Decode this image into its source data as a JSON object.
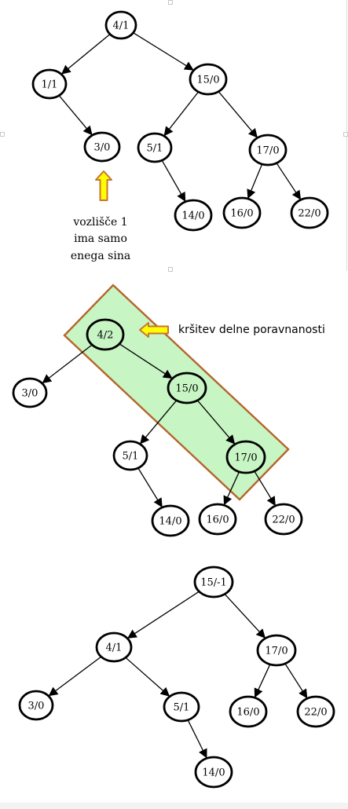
{
  "diagrams": [
    {
      "id": "tree1",
      "nodes": [
        {
          "id": "n4",
          "label": "4/1"
        },
        {
          "id": "n1",
          "label": "1/1"
        },
        {
          "id": "n15",
          "label": "15/0"
        },
        {
          "id": "n3",
          "label": "3/0"
        },
        {
          "id": "n5",
          "label": "5/1"
        },
        {
          "id": "n17",
          "label": "17/0"
        },
        {
          "id": "n14",
          "label": "14/0"
        },
        {
          "id": "n16",
          "label": "16/0"
        },
        {
          "id": "n22",
          "label": "22/0"
        }
      ],
      "edges": [
        [
          "n4",
          "n1"
        ],
        [
          "n4",
          "n15"
        ],
        [
          "n1",
          "n3"
        ],
        [
          "n15",
          "n5"
        ],
        [
          "n15",
          "n17"
        ],
        [
          "n5",
          "n14"
        ],
        [
          "n17",
          "n16"
        ],
        [
          "n17",
          "n22"
        ]
      ],
      "annotation_lines": [
        "vozlišče 1",
        "ima samo",
        "enega sina"
      ]
    },
    {
      "id": "tree2",
      "nodes": [
        {
          "id": "n4",
          "label": "4/2",
          "highlight": true
        },
        {
          "id": "n3",
          "label": "3/0"
        },
        {
          "id": "n15",
          "label": "15/0",
          "highlight": true
        },
        {
          "id": "n5",
          "label": "5/1"
        },
        {
          "id": "n17",
          "label": "17/0",
          "highlight": true
        },
        {
          "id": "n14",
          "label": "14/0"
        },
        {
          "id": "n16",
          "label": "16/0"
        },
        {
          "id": "n22",
          "label": "22/0"
        }
      ],
      "edges": [
        [
          "n4",
          "n3"
        ],
        [
          "n4",
          "n15"
        ],
        [
          "n15",
          "n5"
        ],
        [
          "n15",
          "n17"
        ],
        [
          "n5",
          "n14"
        ],
        [
          "n17",
          "n16"
        ],
        [
          "n17",
          "n22"
        ]
      ],
      "callout": "kršitev delne poravnanosti"
    },
    {
      "id": "tree3",
      "nodes": [
        {
          "id": "n15",
          "label": "15/-1"
        },
        {
          "id": "n4",
          "label": "4/1"
        },
        {
          "id": "n17",
          "label": "17/0"
        },
        {
          "id": "n3",
          "label": "3/0"
        },
        {
          "id": "n5",
          "label": "5/1"
        },
        {
          "id": "n16",
          "label": "16/0"
        },
        {
          "id": "n22",
          "label": "22/0"
        },
        {
          "id": "n14",
          "label": "14/0"
        }
      ],
      "edges": [
        [
          "n15",
          "n4"
        ],
        [
          "n15",
          "n17"
        ],
        [
          "n4",
          "n3"
        ],
        [
          "n4",
          "n5"
        ],
        [
          "n17",
          "n16"
        ],
        [
          "n17",
          "n22"
        ],
        [
          "n5",
          "n14"
        ]
      ]
    }
  ],
  "colors": {
    "highlight_fill": "#c8f5c4",
    "highlight_stroke": "#b5652b",
    "arrow_fill": "#ffff00",
    "arrow_stroke": "#c9752f",
    "node_fill": "#ffffff"
  }
}
